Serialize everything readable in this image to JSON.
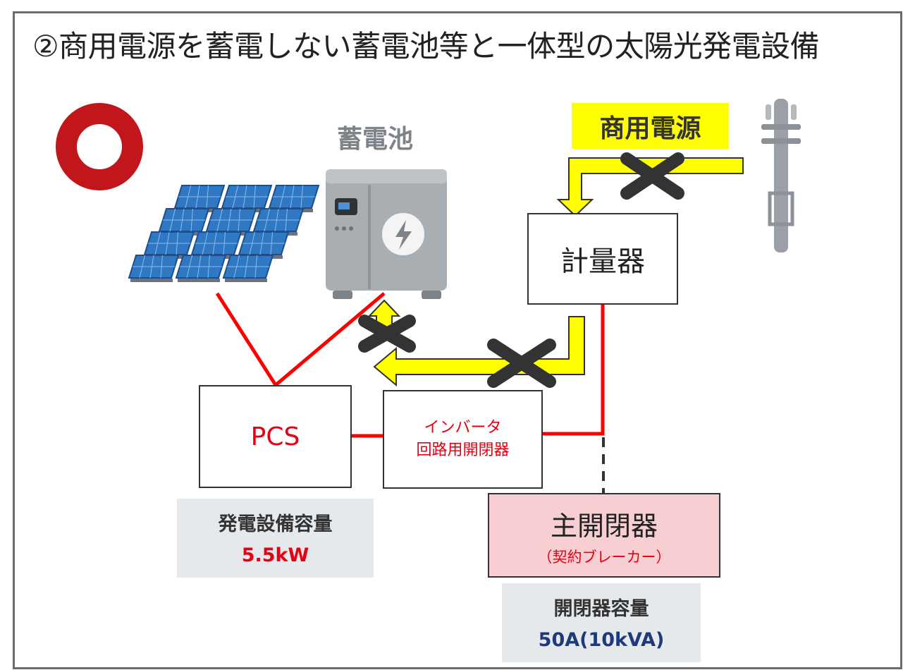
{
  "title": "②商用電源を蓄電しない蓄電池等と一体型の太陽光発電設備",
  "symbols": {
    "ok_mark": "circle-ok-icon",
    "blocked_mark": "x-mark-icon"
  },
  "colors": {
    "ok_mark": "#c0161c",
    "power_line": "#ff0000",
    "flow_arrow": "#ffff00",
    "cross": "#333333",
    "highlight": "#ffff00",
    "breaker_fill": "#f7cfd2",
    "spec_bg": "#e6e9ec"
  },
  "labels": {
    "battery": "蓄電池",
    "grid_power": "商用電源",
    "meter": "計量器",
    "pcs": "PCS",
    "inverter_line1": "インバータ",
    "inverter_line2": "回路用開閉器",
    "main_breaker": "主開閉器",
    "main_breaker_sub": "（契約ブレーカー）"
  },
  "specs": {
    "generation_label": "発電設備容量",
    "generation_value": "5.5kW",
    "breaker_label": "開閉器容量",
    "breaker_value": "50A(10kVA)"
  }
}
